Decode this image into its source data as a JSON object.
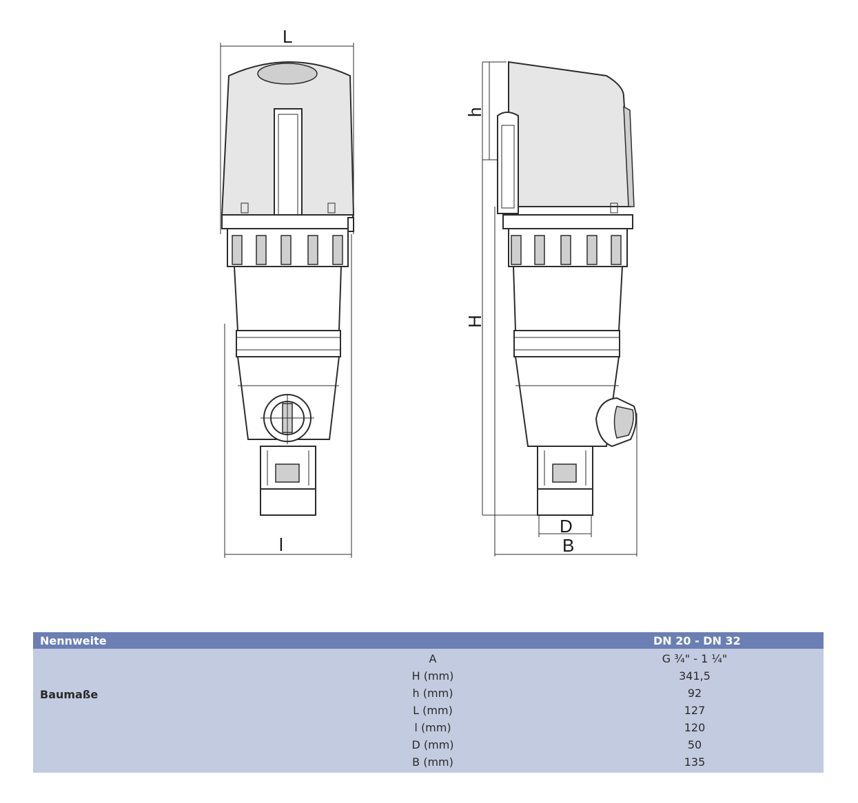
{
  "labels": {
    "L": "L",
    "l": "l",
    "h": "h",
    "H": "H",
    "D": "D",
    "B": "B"
  },
  "table": {
    "header_left": "Nennweite",
    "header_right": "DN 20 - DN 32",
    "group_label": "Baumaße",
    "rows": [
      {
        "key": "A",
        "value": "G ¾\" - 1 ¼\""
      },
      {
        "key": "H (mm)",
        "value": "341,5"
      },
      {
        "key": "h (mm)",
        "value": "92"
      },
      {
        "key": "L (mm)",
        "value": "127"
      },
      {
        "key": "l (mm)",
        "value": "120"
      },
      {
        "key": "D (mm)",
        "value": "50"
      },
      {
        "key": "B (mm)",
        "value": "135"
      }
    ]
  },
  "colors": {
    "header_bg": "#6b7fb5",
    "body_bg": "#c3cbe0"
  }
}
